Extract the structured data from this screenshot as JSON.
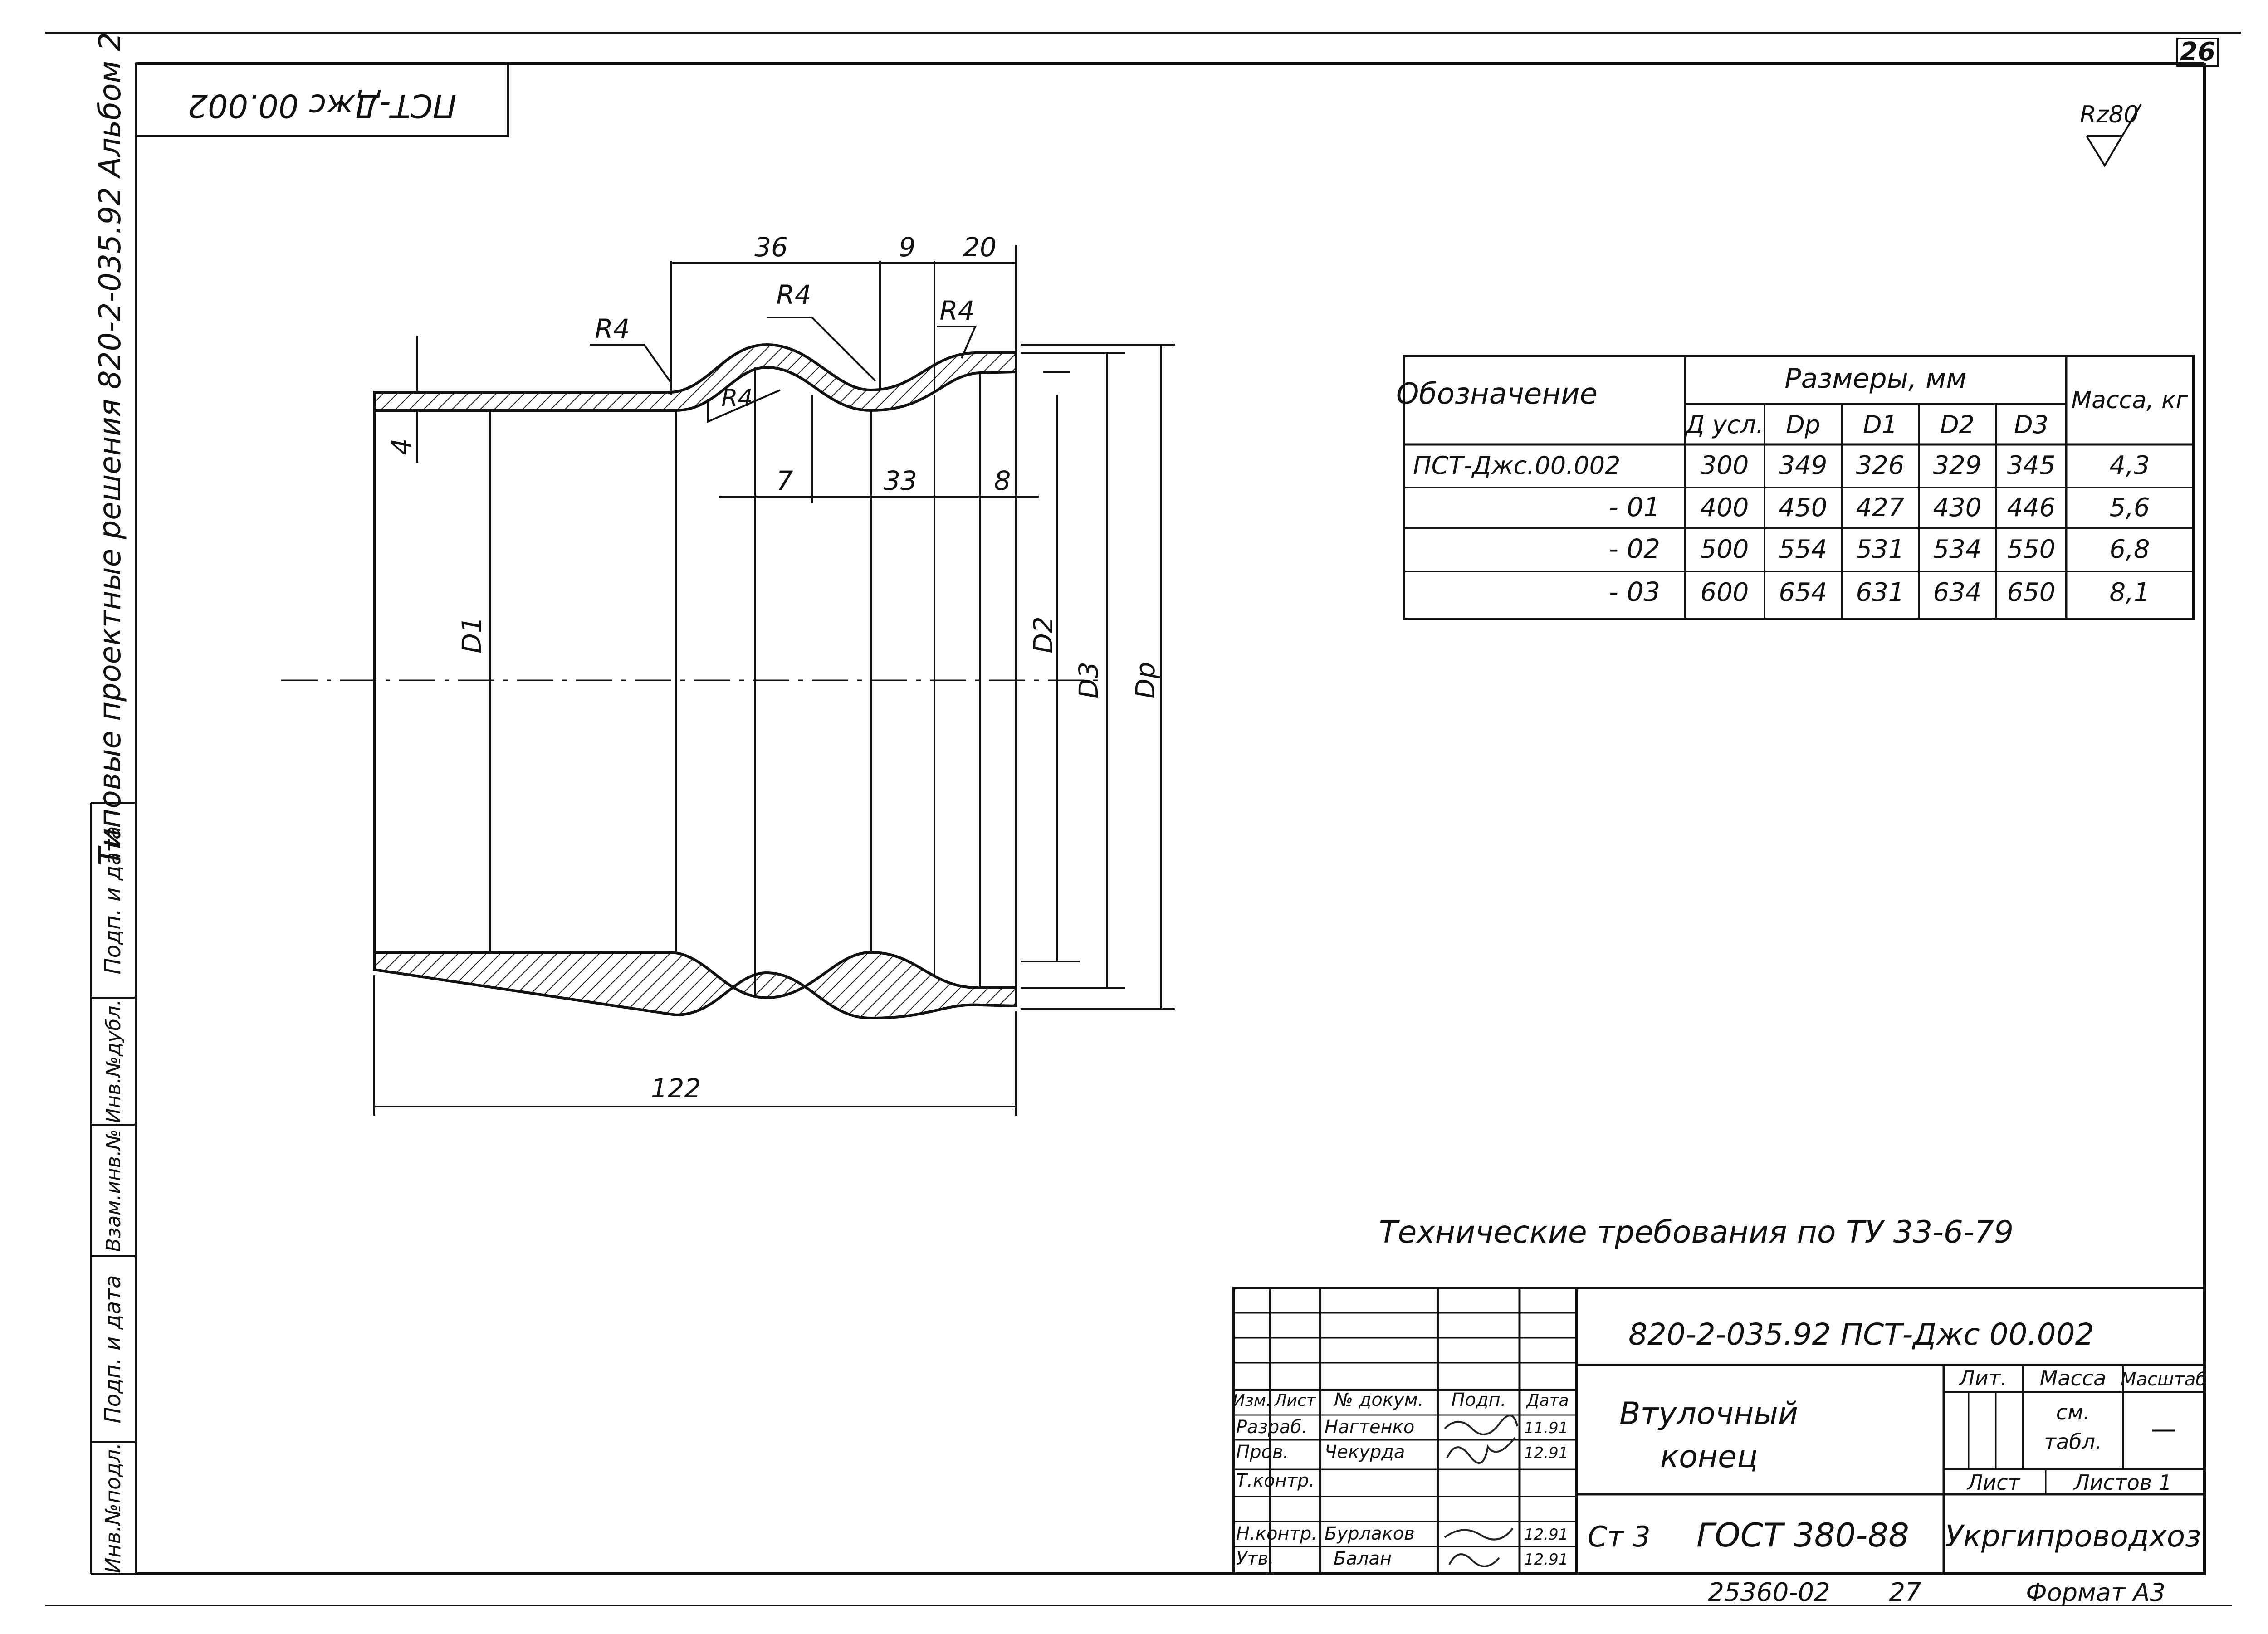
{
  "sheet_number": "26",
  "stamp_code": "ПСТ-Джс 00.002",
  "roughness": "Rz80",
  "side_label": "Типовые проектные решения 820-2-035.92 Альбом 2",
  "side_cells": [
    "Инв.№подл.",
    "Подп. и дата",
    "Взам.инв.№",
    "Инв.№дубл.",
    "Подп. и дата"
  ],
  "dimensions": {
    "top_36": "36",
    "top_9": "9",
    "top_20": "20",
    "r1": "R4",
    "r2": "R4",
    "r3": "R4",
    "r4": "R4",
    "d7": "7",
    "d33": "33",
    "d8": "8",
    "wall": "4",
    "length": "122",
    "D1": "D1",
    "D2": "D2",
    "D3": "D3",
    "Dp": "Dp"
  },
  "table": {
    "header_designation": "Обозначение",
    "header_sizes": "Размеры, мм",
    "header_mass": "Масса, кг",
    "sub_headers": [
      "Д усл.",
      "Dр",
      "D1",
      "D2",
      "D3"
    ],
    "rows": [
      {
        "name": "ПСТ-Джс.00.002",
        "vals": [
          "300",
          "349",
          "326",
          "329",
          "345"
        ],
        "mass": "4,3"
      },
      {
        "name": "- 01",
        "vals": [
          "400",
          "450",
          "427",
          "430",
          "446"
        ],
        "mass": "5,6"
      },
      {
        "name": "- 02",
        "vals": [
          "500",
          "554",
          "531",
          "534",
          "550"
        ],
        "mass": "6,8"
      },
      {
        "name": "- 03",
        "vals": [
          "600",
          "654",
          "631",
          "634",
          "650"
        ],
        "mass": "8,1"
      }
    ]
  },
  "tech_requirements": "Технические требования по ТУ 33-6-79",
  "title_block": {
    "doc_code": "820-2-035.92 ПСТ-Джс 00.002",
    "name_line1": "Втулочный",
    "name_line2": "конец",
    "lit": "Лит.",
    "mass_label": "Масса",
    "scale_label": "Масштаб",
    "mass_value_1": "см.",
    "mass_value_2": "табл.",
    "scale_value": "—",
    "sheet": "Лист",
    "sheets": "Листов 1",
    "material": "Ст 3",
    "standard": "ГОСТ 380-88",
    "org": "Укргипроводхоз",
    "col_izm": "Изм.",
    "col_list": "Лист",
    "col_doc": "№ докум.",
    "col_podp": "Подп.",
    "col_date": "Дата",
    "people": [
      {
        "role": "Разраб.",
        "name": "Нагтенко",
        "date": "11.91"
      },
      {
        "role": "Пров.",
        "name": "Чекурда",
        "date": "12.91"
      },
      {
        "role": "Т.контр.",
        "name": "",
        "date": ""
      },
      {
        "role": "Н.контр.",
        "name": "Бурлаков",
        "date": "12.91"
      },
      {
        "role": "Утв.",
        "name": "Балан",
        "date": "12.91"
      }
    ]
  },
  "bottom_code": "25360-02",
  "bottom_num": "27",
  "format": "Формат А3"
}
